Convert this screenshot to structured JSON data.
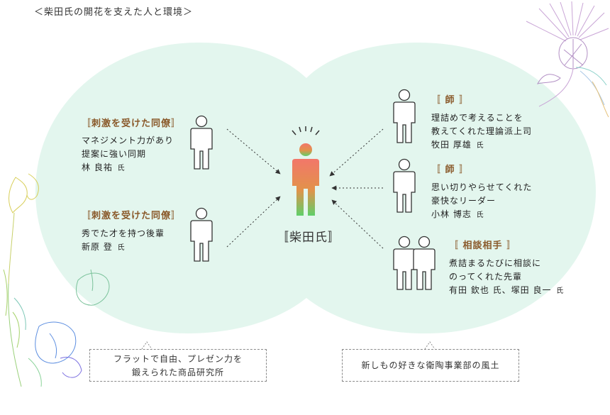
{
  "title": "＜柴田氏の開花を支えた人と環境＞",
  "center": {
    "label": "〚柴田氏〛"
  },
  "left_people": [
    {
      "heading": "刺激を受けた同僚",
      "lines": [
        "マネジメント力があり",
        "提案に強い同期"
      ],
      "name": "林 良祐",
      "suffix": "氏"
    },
    {
      "heading": "刺激を受けた同僚",
      "lines": [
        "秀でた才を持つ後輩"
      ],
      "name": "新原 登",
      "suffix": "氏"
    }
  ],
  "right_people": [
    {
      "heading": "師",
      "lines": [
        "理詰めで考えることを",
        "教えてくれた理論派上司"
      ],
      "name": "牧田 厚雄",
      "suffix": "氏"
    },
    {
      "heading": "師",
      "lines": [
        "思い切りやらせてくれた",
        "豪快なリーダー"
      ],
      "name": "小林 博志",
      "suffix": "氏"
    },
    {
      "heading": "相談相手",
      "lines": [
        "煮詰まるたびに相談に",
        "のってくれた先輩"
      ],
      "name": "有田 欽也 氏、塚田 良一",
      "suffix": "氏"
    }
  ],
  "callouts": {
    "left": [
      "フラットで自由、プレゼン力を",
      "鍛えられた商品研究所"
    ],
    "right": "新しもの好きな衛陶事業部の風土"
  },
  "colors": {
    "blob": "#e3f6ee",
    "accent": "#8a5a2b",
    "gradient_top": "#f2776a",
    "gradient_bottom": "#5fcf6a"
  },
  "icons": [
    "person-icon",
    "central-person-icon",
    "flower-decoration",
    "thistle-decoration"
  ]
}
